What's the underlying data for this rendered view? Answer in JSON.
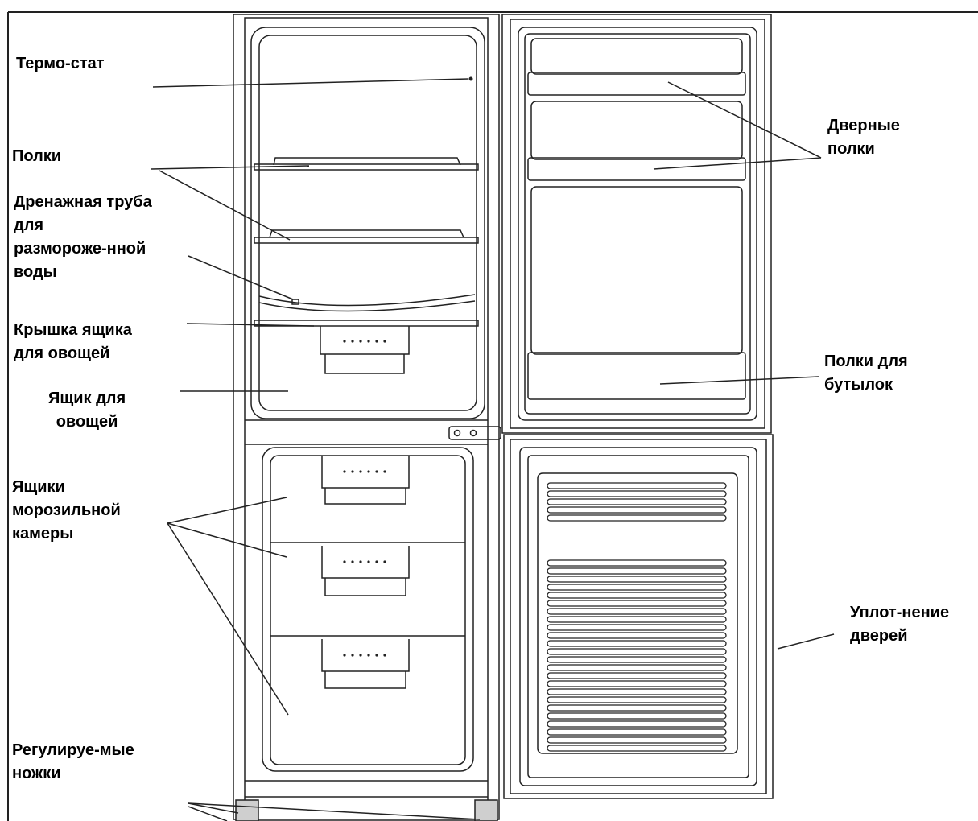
{
  "labels": {
    "thermostat": [
      "Термо-стат"
    ],
    "shelves": [
      "Полки"
    ],
    "drain_pipe": [
      "Дренажная труба",
      "для",
      "размороже-нной",
      "воды"
    ],
    "crisper_cover": [
      "Крышка ящика",
      "для овощей"
    ],
    "crisper": [
      "Ящик для",
      "овощей"
    ],
    "freezer_drawers": [
      "Ящики",
      "морозильной",
      "камеры"
    ],
    "adjustable_feet": [
      "Регулируе-мые",
      "ножки"
    ],
    "door_shelves": [
      "Дверные",
      "полки"
    ],
    "bottle_shelves": [
      "Полки для",
      "бутылок"
    ],
    "door_seal": [
      "Уплот-нение",
      "дверей"
    ]
  },
  "colors": {
    "line": "#222222",
    "background": "#ffffff"
  }
}
